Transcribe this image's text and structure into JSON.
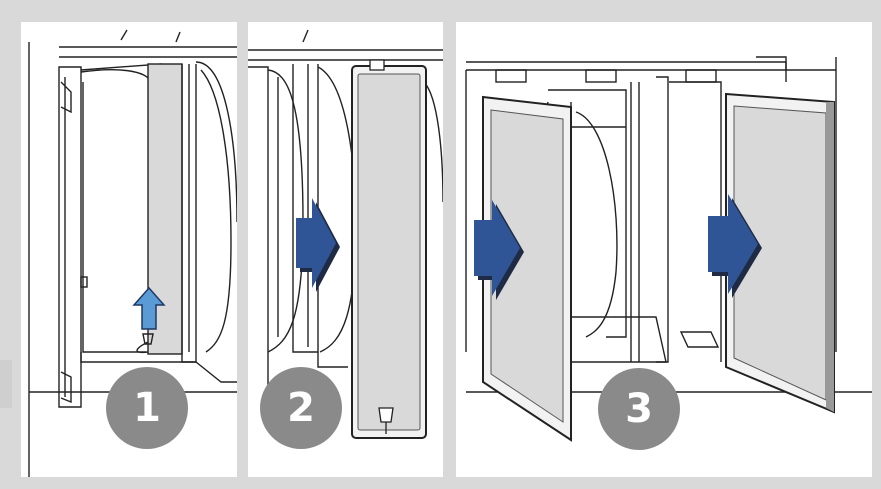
{
  "steps": [
    {
      "number": "1",
      "action": "lift-filter-latch"
    },
    {
      "number": "2",
      "action": "pull-out-filter"
    },
    {
      "number": "3",
      "action": "pull-out-filters"
    }
  ],
  "colors": {
    "background": "#d9d9d9",
    "panel": "#ffffff",
    "badge": "#8a8a8a",
    "arrow_light_blue": "#5b9bd5",
    "arrow_dark_blue": "#2f5597",
    "filter_fill": "#d9d9d9",
    "line": "#222222"
  },
  "icons": [
    "up-arrow-icon",
    "right-arrow-icon"
  ]
}
